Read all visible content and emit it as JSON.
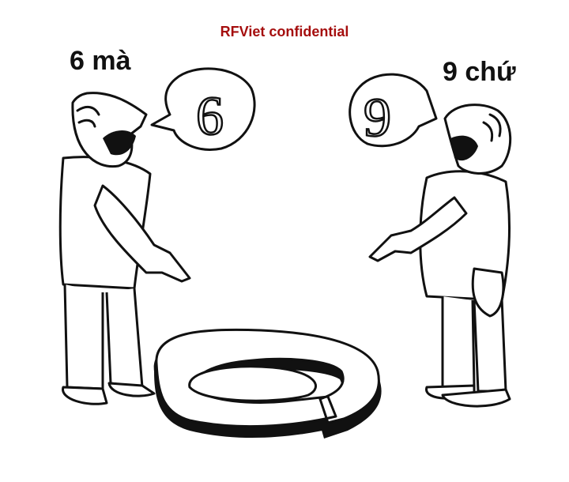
{
  "watermark": "RFViet confidential",
  "captions": {
    "left": "6 mà",
    "right": "9 chứ"
  },
  "speech_bubbles": {
    "left_digit": "6",
    "right_digit": "9"
  },
  "colors": {
    "watermark": "#a50e0e",
    "ink": "#111111",
    "background": "#ffffff"
  }
}
